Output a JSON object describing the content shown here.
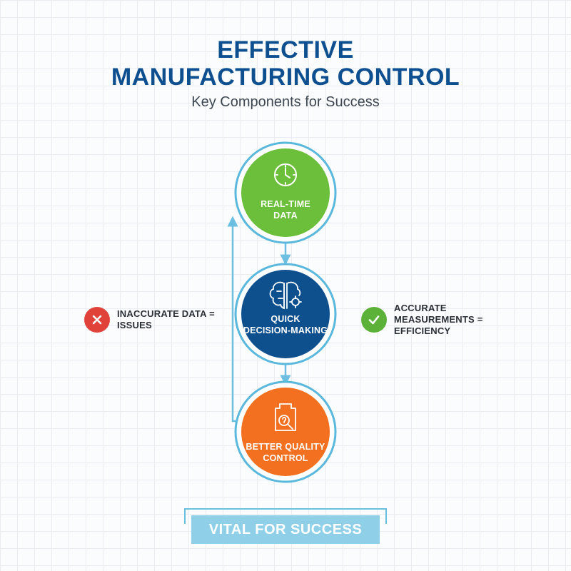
{
  "header": {
    "title_line1": "EFFECTIVE",
    "title_line2": "MANUFACTURING CONTROL",
    "subtitle": "Key Components for Success"
  },
  "steps": [
    {
      "label_line1": "REAL-TIME",
      "label_line2": "DATA",
      "icon": "clock-icon",
      "color": "#6cbf3a"
    },
    {
      "label_line1": "QUICK",
      "label_line2": "DECISION-MAKING",
      "icon": "brain-gear-icon",
      "color": "#0e4f8e"
    },
    {
      "label_line1": "BETTER QUALITY",
      "label_line2": "CONTROL",
      "icon": "quality-inspection-icon",
      "color": "#f2701f"
    }
  ],
  "left_note": {
    "line1": "INACCURATE DATA =",
    "line2": "ISSUES",
    "icon": "x-icon",
    "color": "#e0423a"
  },
  "right_note": {
    "line1": "ACCURATE",
    "line2": "MEASUREMENTS =",
    "line3": "EFFICIENCY",
    "icon": "check-icon",
    "color": "#5cb238"
  },
  "footer": {
    "banner": "VITAL FOR SUCCESS"
  },
  "colors": {
    "ring": "#5ab8dc",
    "connector": "#6cbfe0",
    "title": "#0d4f8f"
  }
}
